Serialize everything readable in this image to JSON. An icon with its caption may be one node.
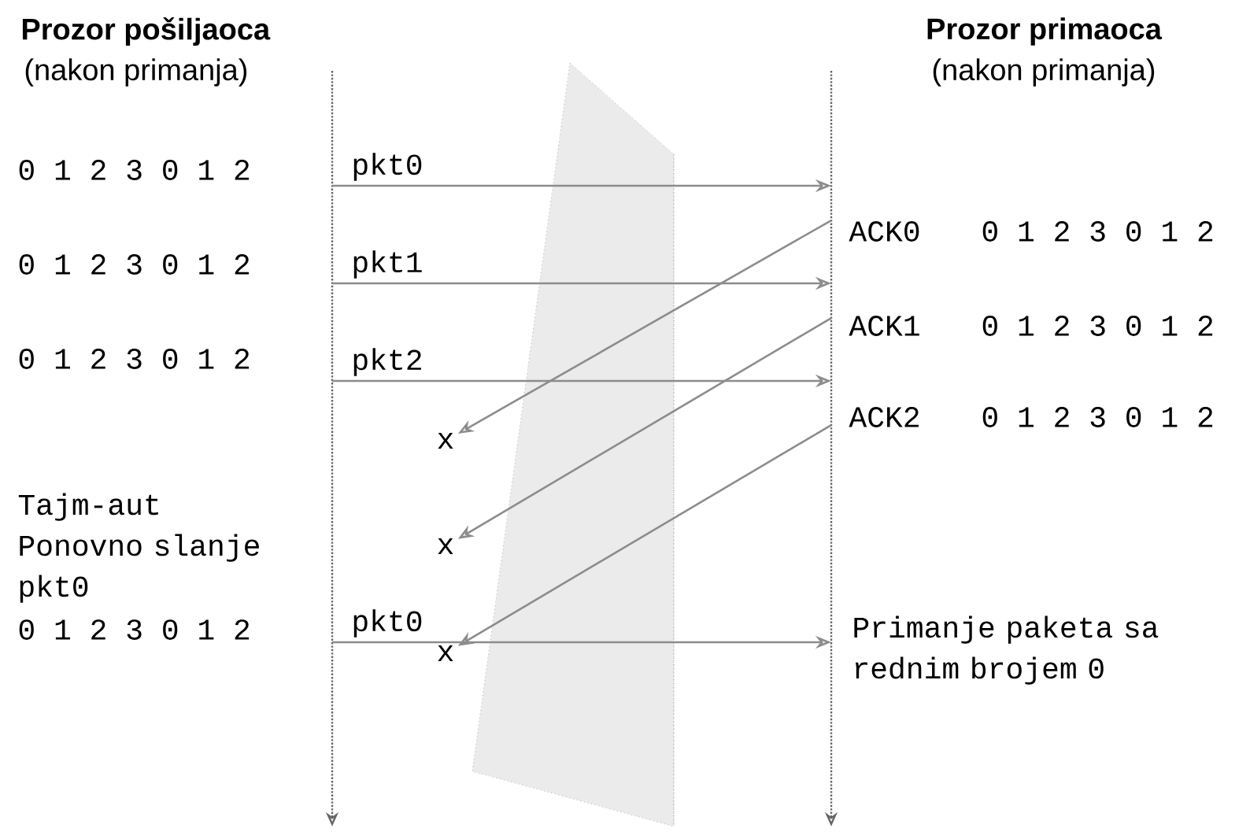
{
  "diagram": {
    "nodes": [
      {
        "text": [],
        "shape": "line"
      },
      {
        "text": [],
        "shape": "line"
      },
      {
        "text": [
          "x"
        ]
      },
      {
        "text": [
          "x"
        ]
      },
      {
        "text": [
          "x"
        ]
      }
    ],
    "edges": [
      {
        "from": 0,
        "to": 1,
        "arrow": "to",
        "label": "pkt0"
      },
      {
        "from": 0,
        "to": 1,
        "arrow": "to",
        "label": "pkt1"
      },
      {
        "from": 0,
        "to": 1,
        "arrow": "to",
        "label": "pkt2"
      },
      {
        "from": 1,
        "to": 2,
        "arrow": "to",
        "label": "ACK0"
      },
      {
        "from": 1,
        "to": 3,
        "arrow": "to",
        "label": "ACK1"
      },
      {
        "from": 1,
        "to": 4,
        "arrow": "to",
        "label": "ACK2"
      },
      {
        "from": 0,
        "to": 1,
        "arrow": "to",
        "label": "pkt0"
      }
    ],
    "labels": [
      "Prozor pošiljaoca",
      "(nakon primanja)",
      "Prozor primaoca",
      "(nakon primanja)",
      "0 1 2 3 0 1 2",
      "0 1 2 3 0 1 2",
      "0 1 2 3 0 1 2",
      "0 1 2 3 0 1 2",
      "0 1 2 3 0 1 2",
      "0 1 2 3 0 1 2",
      "Tajm-aut Ponovno slanje pkt0",
      "0 1 2 3 0 1 2",
      "Primanje paketa sa rednim brojem 0"
    ]
  }
}
